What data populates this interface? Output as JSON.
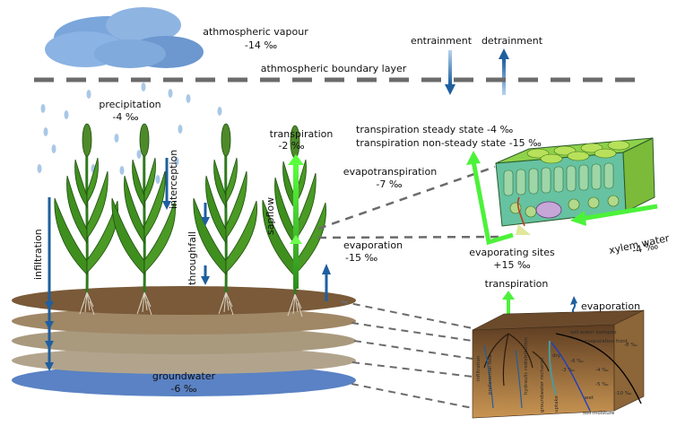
{
  "labels": {
    "vapour_name": "athmospheric vapour",
    "vapour_value": "-14 ‰",
    "entrainment": "entrainment",
    "detrainment": "detrainment",
    "boundary_layer": "athmospheric boundary layer",
    "precipitation_name": "precipitation",
    "precipitation_value": "-4 ‰",
    "transpiration_name": "transpiration",
    "transpiration_value": "-2 ‰",
    "transpiration_steady": "transpiration steady state -4 ‰",
    "transpiration_nonsteady": "transpiration non-steady state -15 ‰",
    "evapotranspiration_name": "evapotranspiration",
    "evapotranspiration_value": "-7 ‰",
    "interception": "interception",
    "infiltration": "infiltration",
    "throughfall": "throughfall",
    "sapflow": "sapflow",
    "evaporation_name": "evaporation",
    "evaporation_value": "-15 ‰",
    "xylem_name": "xylem water",
    "xylem_value": "-4 ‰",
    "evaporating_sites_name": "evaporating sites",
    "evaporating_sites_value": "+15 ‰",
    "inset_transpiration": "transpiration",
    "inset_evaporation": "evaporation",
    "groundwater_name": "groundwater",
    "groundwater_value": "-6 ‰"
  },
  "soil_inset_labels": {
    "infiltration": "infiltration",
    "preferential_flow": "preferential flow",
    "hydraulic_redistribution": "hydraulic redistribution",
    "soil_water_isotopes": "soil water isotopes",
    "evaporation_front": "evaporation front",
    "dry": "dry",
    "wet": "wet",
    "soil_moisture": "soil moisture",
    "d1": "-8 ‰",
    "d2": "-6 ‰",
    "d3": "-3 ‰",
    "d4": "-4 ‰",
    "d5": "-5 ‰",
    "d6": "-10 ‰",
    "groundwater_recharge": "groundwater recharge",
    "uptake": "uptake"
  },
  "colors": {
    "flux_arrow": "#1f5f9f",
    "green_flux": "#4cf23a",
    "cloud": "#7aa6dc",
    "raindrop": "#a9c8e6",
    "dashed_line": "#6b6b6b",
    "soil_top": "#7a5a38",
    "groundwater": "#5a82c4"
  }
}
